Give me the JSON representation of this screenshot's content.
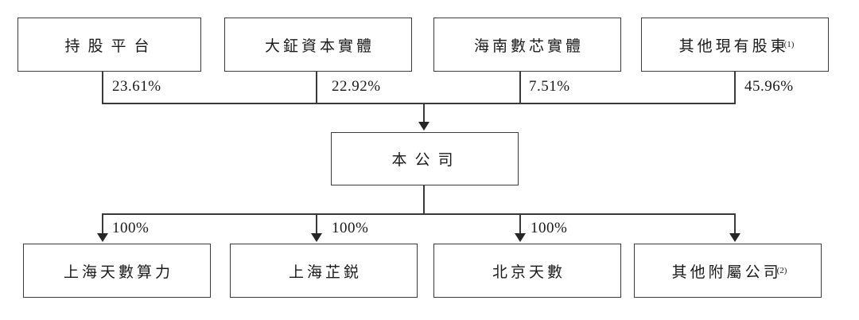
{
  "diagram": {
    "title_hint": "shareholding-structure",
    "colors": {
      "line": "#3a3a3a",
      "text": "#1a1a1a",
      "background": "#ffffff"
    },
    "parents": [
      {
        "label": "持股平台",
        "ownership": "23.61%"
      },
      {
        "label": "大鉦資本實體",
        "ownership": "22.92%"
      },
      {
        "label": "海南數芯實體",
        "ownership": "7.51%"
      },
      {
        "label": "其他現有股東",
        "footnote_marker": "(1)",
        "ownership": "45.96%"
      }
    ],
    "company": {
      "label": "本公司"
    },
    "subsidiaries": [
      {
        "label": "上海天數算力",
        "ownership": "100%"
      },
      {
        "label": "上海芷鋭",
        "ownership": "100%"
      },
      {
        "label": "北京天數",
        "ownership": "100%"
      },
      {
        "label": "其他附屬公司",
        "footnote_marker": "(2)"
      }
    ]
  }
}
